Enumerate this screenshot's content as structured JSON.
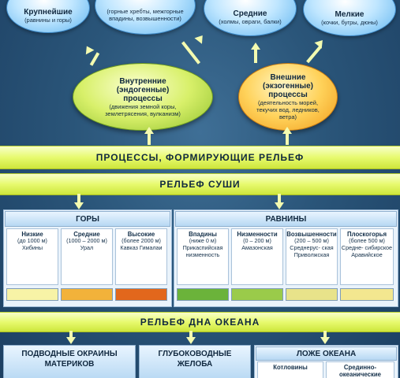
{
  "top_ovals": [
    {
      "title": "Крупнейшие",
      "sub": "(равнины и горы)"
    },
    {
      "title": "",
      "sub": "(горные хребты, межгорные впадины, возвышенности)"
    },
    {
      "title": "Средние",
      "sub": "(холмы, овраги, балки)"
    },
    {
      "title": "Мелкие",
      "sub": "(кочки, бугры, дюны)"
    }
  ],
  "internal": {
    "title": "Внутренние (эндогенные) процессы",
    "sub": "(движения земной коры, землетрясения, вулканизм)"
  },
  "external": {
    "title": "Внешние (экзогенные) процессы",
    "sub": "(деятельность морей, текучих вод, ледников, ветра)"
  },
  "band_processes": "ПРОЦЕССЫ, ФОРМИРУЮЩИЕ РЕЛЬЕФ",
  "band_land": "РЕЛЬЕФ СУШИ",
  "mountains": {
    "header": "ГОРЫ",
    "cells": [
      {
        "title": "Низкие",
        "text": "(до 1000 м) Хибины"
      },
      {
        "title": "Средние",
        "text": "(1000 – 2000 м) Урал"
      },
      {
        "title": "Высокие",
        "text": "(более 2000 м) Кавказ Гималаи"
      }
    ]
  },
  "plains": {
    "header": "РАВНИНЫ",
    "cells": [
      {
        "title": "Впадины",
        "text": "(ниже 0 м) Прикаспийская низменность"
      },
      {
        "title": "Низменности",
        "text": "(0 – 200 м) Амазонская"
      },
      {
        "title": "Возвышенности",
        "text": "(200 – 500 м) Среднерус- ская Приволжская"
      },
      {
        "title": "Плоскогорья",
        "text": "(более 500 м) Средне- сибирское Аравийское"
      }
    ]
  },
  "band_ocean": "РЕЛЬЕФ ДНА ОКЕАНА",
  "ocean": {
    "margins": "ПОДВОДНЫЕ ОКРАИНЫ МАТЕРИКОВ",
    "trenches": "ГЛУБОКОВОДНЫЕ ЖЕЛОБА",
    "bed": "ЛОЖЕ ОКЕАНА",
    "basins": "Котловины",
    "ridges": "Срединно-океанические"
  },
  "colors": {
    "low": "#f7f3a6",
    "mid": "#f2b23a",
    "high": "#e2671c",
    "depression": "#6bb33a",
    "lowland": "#9acb4a",
    "upland": "#e8e38a",
    "plateau": "#f3e78f"
  }
}
